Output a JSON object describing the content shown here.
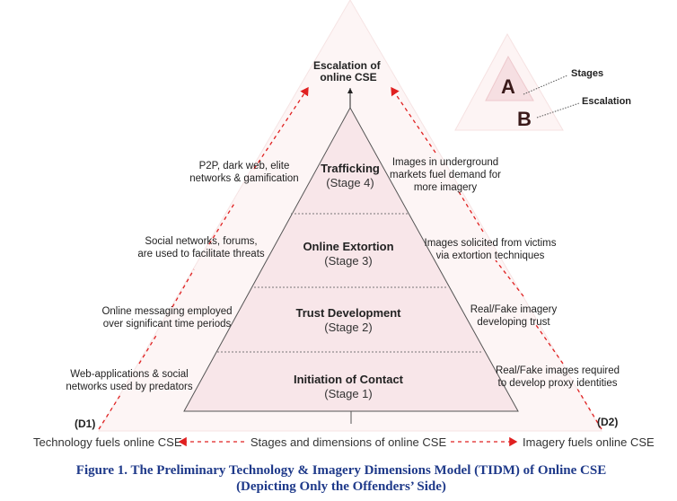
{
  "apex_label": [
    "Escalation of",
    "online CSE"
  ],
  "stages": [
    {
      "name": "Trafficking",
      "sub": "(Stage 4)"
    },
    {
      "name": "Online Extortion",
      "sub": "(Stage 3)"
    },
    {
      "name": "Trust Development",
      "sub": "(Stage 2)"
    },
    {
      "name": "Initiation of Contact",
      "sub": "(Stage 1)"
    }
  ],
  "technology_labels": [
    [
      "P2P, dark web, elite",
      "networks & gamification"
    ],
    [
      "Social networks, forums,",
      "are used to facilitate threats"
    ],
    [
      "Online messaging employed",
      "over significant time periods"
    ],
    [
      "Web-applications & social",
      "networks used by predators"
    ]
  ],
  "imagery_labels": [
    [
      "Images in underground",
      "markets fuel demand for",
      "more imagery"
    ],
    [
      "Images solicited from victims",
      "via extortion techniques"
    ],
    [
      "Real/Fake imagery",
      "developing trust"
    ],
    [
      "Real/Fake images required",
      "to develop proxy identities"
    ]
  ],
  "dimension_left": "(D1)",
  "dimension_right": "(D2)",
  "bottom": {
    "left": "Technology fuels online CSE",
    "center": "Stages and dimensions of online CSE",
    "right": "Imagery fuels online CSE"
  },
  "legend": {
    "a": "A",
    "b": "B",
    "stages": "Stages",
    "escalation": "Escalation"
  },
  "caption": [
    "Figure 1. The Preliminary Technology & Imagery Dimensions Model (TIDM) of Online CSE",
    "(Depicting Only the Offenders’ Side)"
  ],
  "colors": {
    "outer": "#fdf5f5",
    "inner": "#f8e6e9",
    "arrow": "#e02020",
    "caption": "#1f3a8a"
  }
}
